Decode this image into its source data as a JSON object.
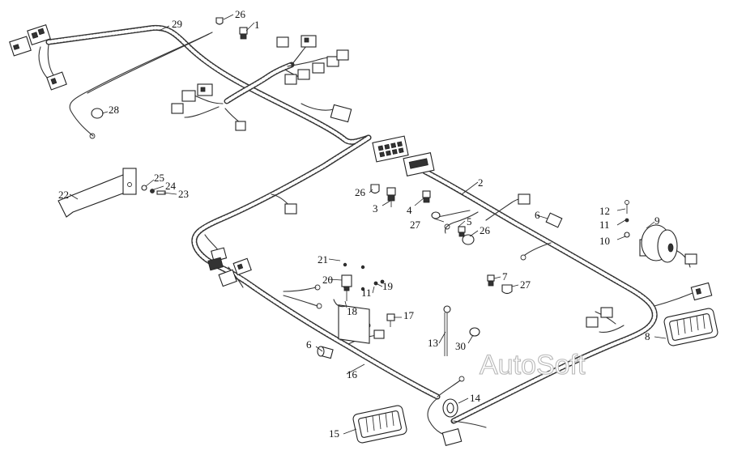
{
  "diagram": {
    "watermark": "AutoSoft",
    "callouts": [
      {
        "id": "c1",
        "label": "1"
      },
      {
        "id": "c2",
        "label": "2"
      },
      {
        "id": "c3",
        "label": "3"
      },
      {
        "id": "c4",
        "label": "4"
      },
      {
        "id": "c5",
        "label": "5"
      },
      {
        "id": "c6a",
        "label": "6"
      },
      {
        "id": "c6b",
        "label": "6"
      },
      {
        "id": "c7",
        "label": "7"
      },
      {
        "id": "c8",
        "label": "8"
      },
      {
        "id": "c9",
        "label": "9"
      },
      {
        "id": "c10",
        "label": "10"
      },
      {
        "id": "c11a",
        "label": "11"
      },
      {
        "id": "c11b",
        "label": "11"
      },
      {
        "id": "c12",
        "label": "12"
      },
      {
        "id": "c13",
        "label": "13"
      },
      {
        "id": "c14",
        "label": "14"
      },
      {
        "id": "c15",
        "label": "15"
      },
      {
        "id": "c16",
        "label": "16"
      },
      {
        "id": "c17",
        "label": "17"
      },
      {
        "id": "c18",
        "label": "18"
      },
      {
        "id": "c19",
        "label": "19"
      },
      {
        "id": "c20",
        "label": "20"
      },
      {
        "id": "c21",
        "label": "21"
      },
      {
        "id": "c22",
        "label": "22"
      },
      {
        "id": "c23",
        "label": "23"
      },
      {
        "id": "c24",
        "label": "24"
      },
      {
        "id": "c25",
        "label": "25"
      },
      {
        "id": "c26a",
        "label": "26"
      },
      {
        "id": "c26b",
        "label": "26"
      },
      {
        "id": "c26c",
        "label": "26"
      },
      {
        "id": "c27a",
        "label": "27"
      },
      {
        "id": "c27b",
        "label": "27"
      },
      {
        "id": "c28",
        "label": "28"
      },
      {
        "id": "c29",
        "label": "29"
      },
      {
        "id": "c30",
        "label": "30"
      }
    ]
  }
}
